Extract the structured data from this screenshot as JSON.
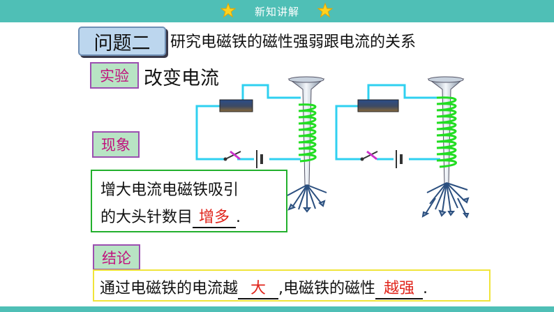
{
  "header": {
    "title": "新知讲解"
  },
  "question": {
    "label": "问题二",
    "title": "研究电磁铁的磁性强弱跟电流的关系"
  },
  "experiment": {
    "tag": "实验",
    "text": "改变电流"
  },
  "phenomenon": {
    "tag": "现象",
    "line1": "增大电流电磁铁吸引",
    "line2_prefix": "的大头针数目",
    "answer": "增多",
    "line2_suffix": "."
  },
  "conclusion": {
    "tag": "结论",
    "prefix": "通过电磁铁的电流越",
    "answer1": "大",
    "middle": ",电磁铁的磁性",
    "answer2": "越强",
    "suffix": "."
  },
  "colors": {
    "accent": "#4fbfb6",
    "wire": "#2fd0f0",
    "coil": "#22dd22",
    "answer": "#e0241b",
    "tag_text": "#c1127e"
  },
  "icons": [
    "star-icon",
    "battery-icon",
    "switch-icon",
    "rheostat-icon",
    "electromagnet-icon",
    "pins-icon"
  ]
}
